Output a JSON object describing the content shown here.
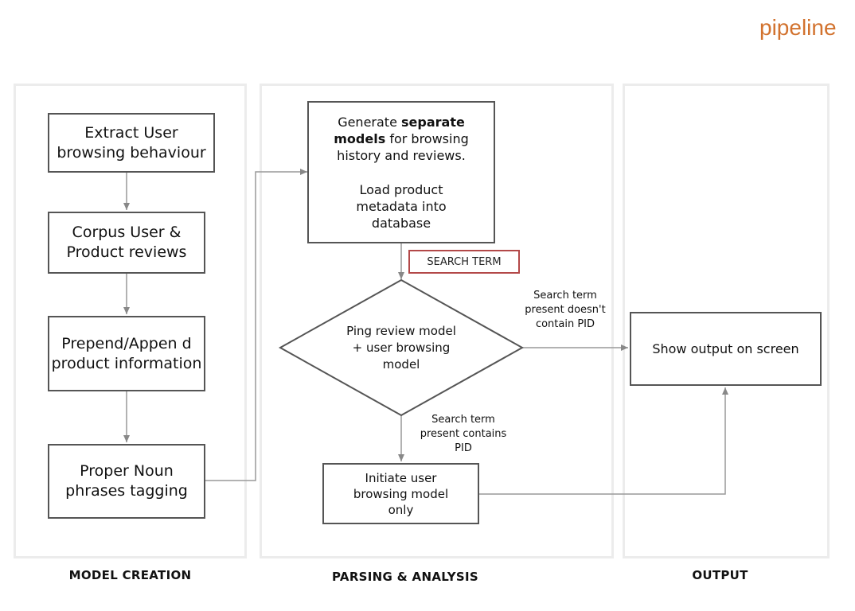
{
  "brand": "pipeline",
  "columns": {
    "model_creation": "MODEL CREATION",
    "parsing_analysis": "PARSING & ANALYSIS",
    "output": "OUTPUT"
  },
  "nodes": {
    "extract": "Extract User browsing behaviour",
    "corpus": "Corpus User & Product reviews",
    "prepend": "Prepend/Appen d product information",
    "proper_noun": "Proper Noun phrases tagging",
    "generate_a": "Generate ",
    "generate_b": "separate models",
    "generate_c": " for browsing history and reviews.",
    "load": "Load product metadata into database",
    "search_term": "SEARCH TERM",
    "ping": "Ping review model + user browsing model",
    "initiate": "Initiate user browsing model only",
    "show_output": "Show output on screen"
  },
  "edges": {
    "no_pid": "Search term present doesn't contain PID",
    "has_pid": "Search term present contains PID"
  }
}
